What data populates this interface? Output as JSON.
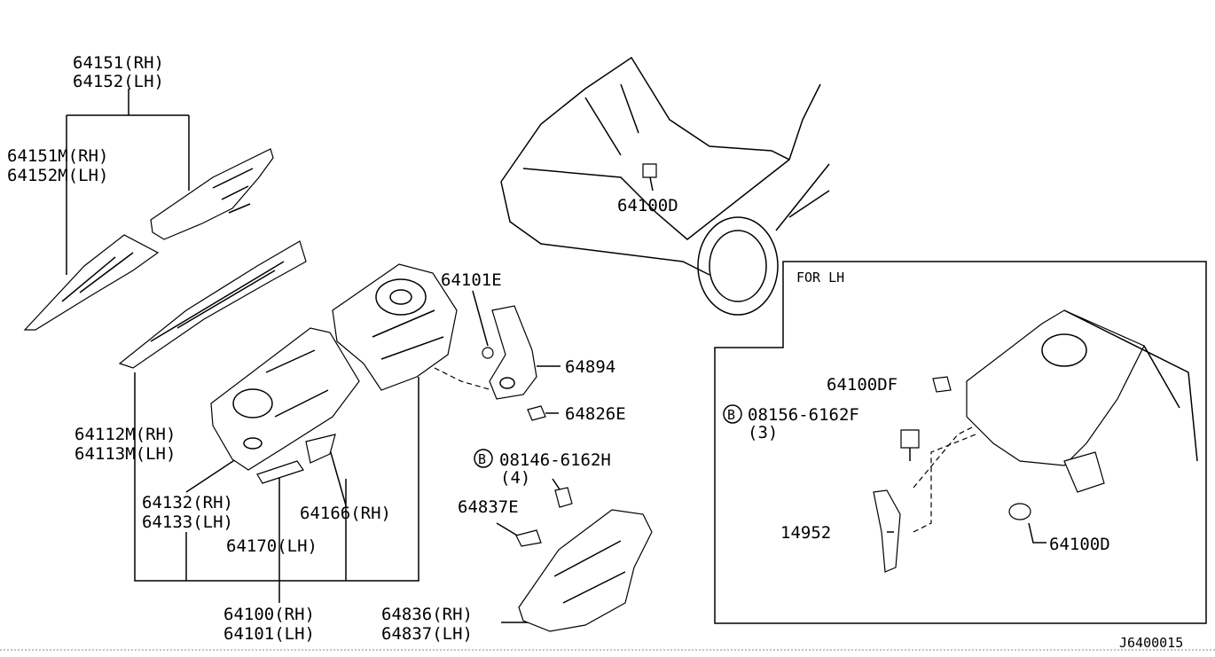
{
  "diagram": {
    "labels": {
      "p64151": "64151(RH)",
      "p64152": "64152(LH)",
      "p64151m": "64151M(RH)",
      "p64152m": "64152M(LH)",
      "p64100d_top": "64100D",
      "p64101e": "64101E",
      "p64894": "64894",
      "p64826e": "64826E",
      "p64112m": "64112M(RH)",
      "p64113m": "64113M(LH)",
      "p64132": "64132(RH)",
      "p64133": "64133(LH)",
      "p64166": "64166(RH)",
      "p64170": "64170(LH)",
      "p64100": "64100(RH)",
      "p64101": "64101(LH)",
      "bolt_b_main": "08146-6162H",
      "bolt_b_main_qty": "(4)",
      "p64837e": "64837E",
      "p64836": "64836(RH)",
      "p64837": "64837(LH)",
      "inset_title": "FOR LH",
      "p64100df": "64100DF",
      "bolt_b_inset": "08156-6162F",
      "bolt_b_inset_qty": "(3)",
      "p14952": "14952",
      "p64100d_inset": "64100D",
      "circle_b": "B",
      "figure_code": "J6400015"
    }
  }
}
